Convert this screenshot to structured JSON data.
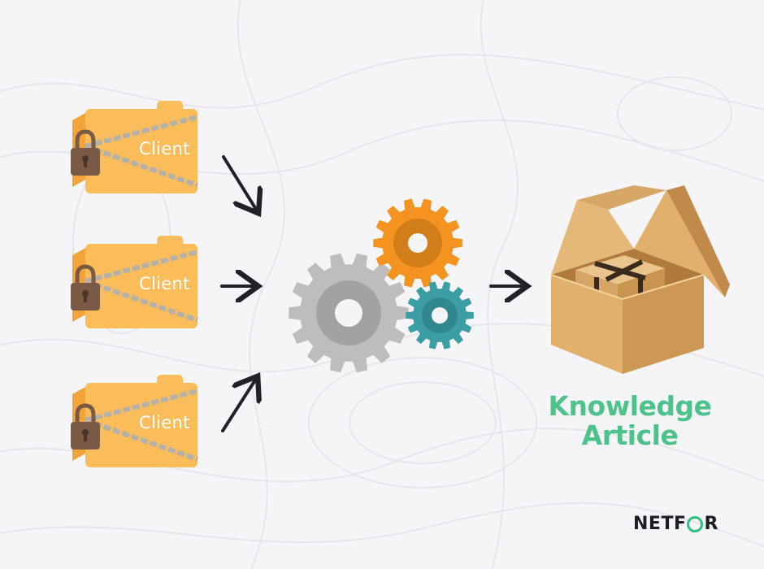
{
  "folders": [
    {
      "label": "Client"
    },
    {
      "label": "Client"
    },
    {
      "label": "Client"
    }
  ],
  "output": {
    "title_line1": "Knowledge",
    "title_line2": "Article"
  },
  "logo": {
    "part1": "NETF",
    "part2": "R"
  },
  "colors": {
    "background": "#f5f5f7",
    "folder": "#fbbd5a",
    "folder_back": "#f2a33a",
    "lock": "#7a5a44",
    "chain": "#b5b1a8",
    "gear_gray": "#bdbdbd",
    "gear_orange": "#f4931f",
    "gear_teal": "#3b9ea5",
    "box": "#d6a565",
    "title": "#4dc28b",
    "logo_accent": "#2fbf80"
  },
  "icons": [
    "locked-folder-icon",
    "arrow-icon",
    "gear-icon",
    "open-box-icon"
  ]
}
